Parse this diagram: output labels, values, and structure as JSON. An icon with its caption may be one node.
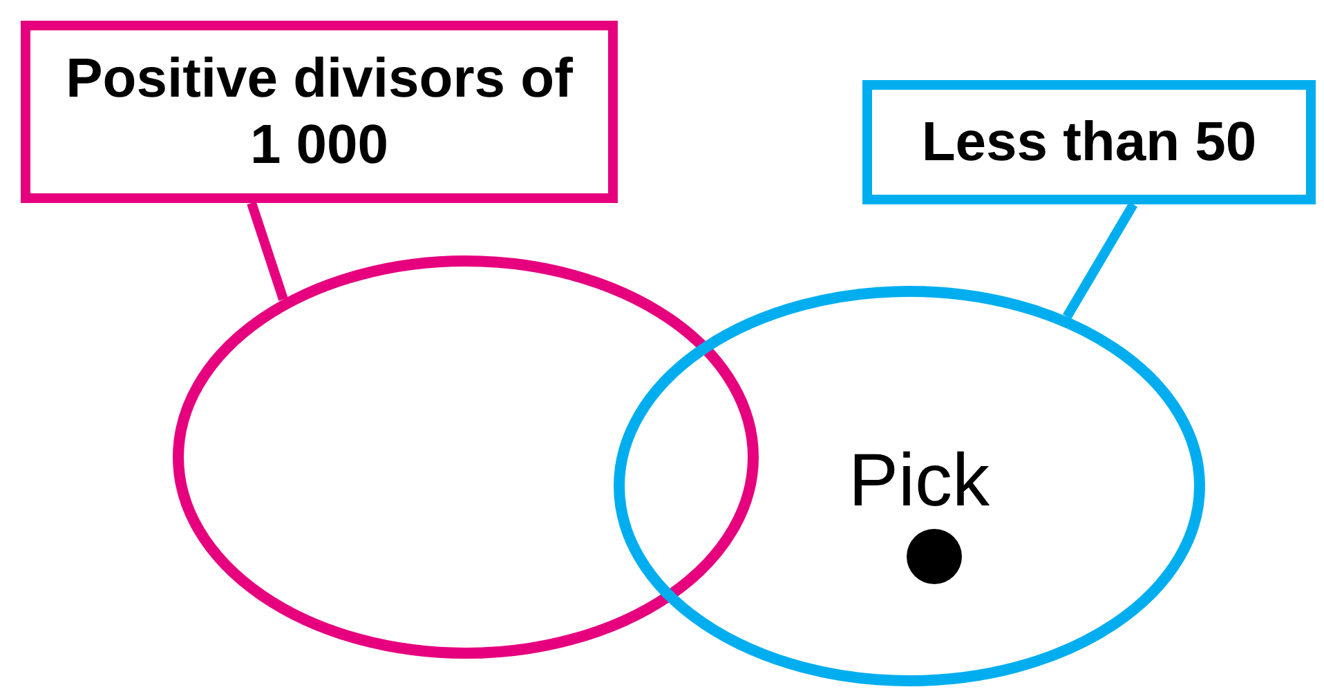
{
  "diagram": {
    "nodes": [
      {
        "text": [
          "Positive divisors of 1 000"
        ]
      },
      {
        "text": [
          "Less than 50"
        ]
      },
      {
        "text": [],
        "shape": "circle"
      },
      {
        "text": [],
        "shape": "circle"
      }
    ],
    "edges": [
      {
        "from": 0,
        "to": 2,
        "arrow": "none",
        "color": "#e6007e"
      },
      {
        "from": 1,
        "to": 3,
        "arrow": "none",
        "color": "#00aeef"
      }
    ],
    "labels": [
      "Pick"
    ]
  }
}
